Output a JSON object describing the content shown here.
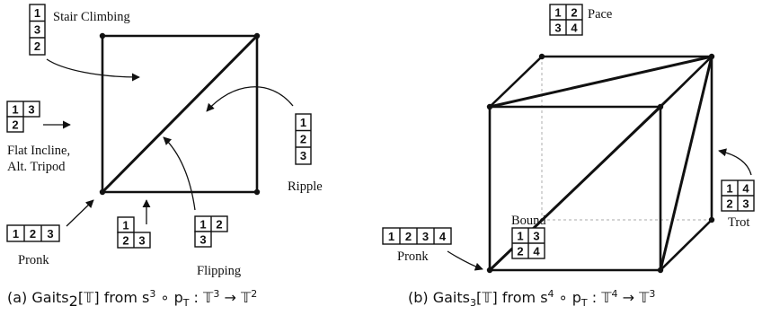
{
  "panel_a": {
    "labels": {
      "stair_climbing": "Stair Climbing",
      "flat_incline_1": "Flat Incline,",
      "flat_incline_2": "Alt. Tripod",
      "ripple": "Ripple",
      "pronk": "Pronk",
      "flipping": "Flipping"
    },
    "tableaux": {
      "stair": [
        "1",
        "3",
        "2"
      ],
      "flat": [
        "1",
        "3",
        "2"
      ],
      "ripple": [
        "1",
        "2",
        "3"
      ],
      "pronk": [
        "1",
        "2",
        "3"
      ],
      "bottom": [
        "1",
        "2",
        "3"
      ],
      "flipping": [
        "1",
        "2",
        "3"
      ]
    },
    "caption": {
      "prefix": "(a) Gaits",
      "sub": "2",
      "from": "[𝕋] from s",
      "sup": "3",
      "rest": " ∘ p",
      "sub2": "T",
      "map": " : 𝕋",
      "sup2": "3",
      "arrow": " → 𝕋",
      "sup3": "2"
    }
  },
  "panel_b": {
    "labels": {
      "pace": "Pace",
      "bound": "Bound",
      "trot": "Trot",
      "pronk": "Pronk"
    },
    "tableaux": {
      "pace": [
        "1",
        "2",
        "3",
        "4"
      ],
      "bound": [
        "1",
        "3",
        "2",
        "4"
      ],
      "trot": [
        "1",
        "4",
        "2",
        "3"
      ],
      "pronk": [
        "1",
        "2",
        "3",
        "4"
      ]
    },
    "caption": {
      "prefix": "(b) Gaits",
      "sub": "3",
      "from": "[𝕋] from s",
      "sup": "4",
      "rest": " ∘ p",
      "sub2": "T",
      "map": " : 𝕋",
      "sup2": "4",
      "arrow": " → 𝕋",
      "sup3": "3"
    }
  }
}
